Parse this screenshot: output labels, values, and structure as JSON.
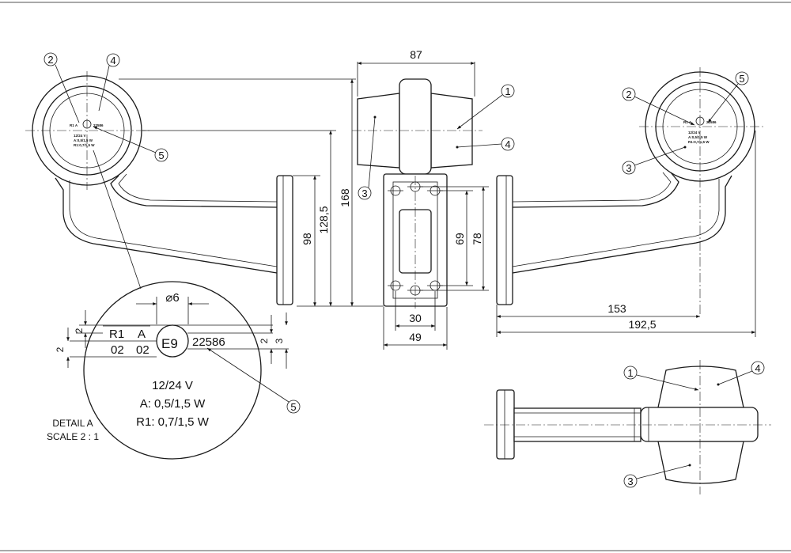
{
  "dimensions": {
    "width_top": "87",
    "height_total": "168",
    "height_mid": "128,5",
    "height_plate": "98",
    "hole_v1": "69",
    "hole_v2": "78",
    "hole_h1": "30",
    "hole_h2": "49",
    "reach_153": "153",
    "reach_192": "192,5"
  },
  "callouts": [
    "1",
    "2",
    "3",
    "4",
    "5"
  ],
  "detail": {
    "diameter": "⌀6",
    "r1": "R1",
    "a": "A",
    "code1": "02",
    "code2": "02",
    "e_mark": "E9",
    "approval": "22586",
    "voltage": "12/24 V",
    "a_power": "A: 0,5/1,5 W",
    "r1_power": "R1: 0,7/1,5 W",
    "dim_2a": "2",
    "dim_2b": "2",
    "dim_2c": "2",
    "dim_3": "3",
    "title": "DETAIL A",
    "scale": "SCALE 2 : 1"
  }
}
